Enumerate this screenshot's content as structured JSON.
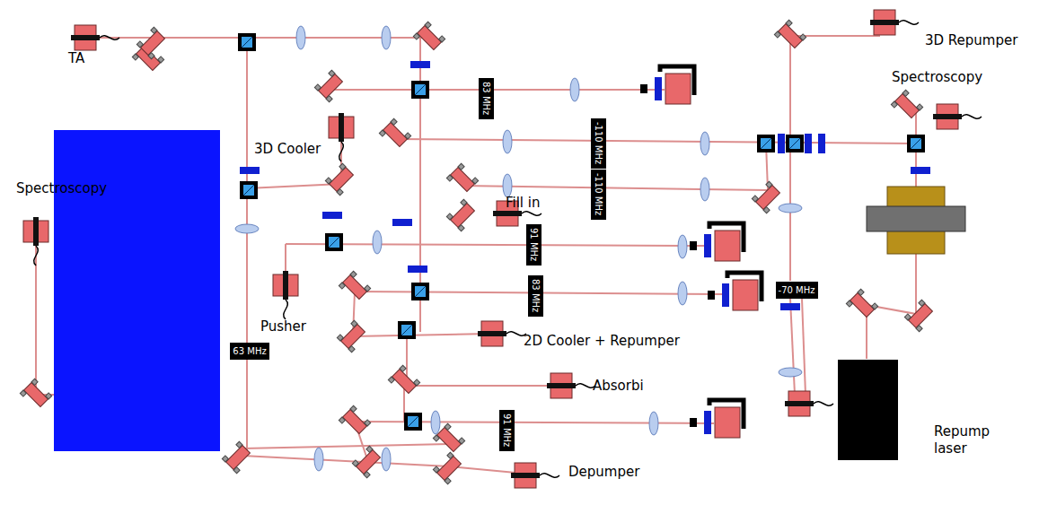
{
  "diagram": {
    "nodes": [
      {
        "text": [
          "83 MHz"
        ]
      },
      {
        "text": [
          "-110 MHz"
        ]
      },
      {
        "text": [
          "-110 MHz"
        ]
      },
      {
        "text": [
          "91 MHz"
        ]
      },
      {
        "text": [
          "83 MHz"
        ]
      },
      {
        "text": [
          "91 MHz"
        ]
      },
      {
        "text": [
          "63 MHz"
        ]
      },
      {
        "text": [
          "-70 MHz"
        ]
      }
    ],
    "labels": [
      "TA",
      "3D Repumper",
      "Spectroscopy",
      "Spectroscopy",
      "3D Cooler",
      "Fill in",
      "Pusher",
      "2D Cooler + Repumper",
      "Absorbi",
      "Depumper",
      "Repump laser"
    ]
  }
}
